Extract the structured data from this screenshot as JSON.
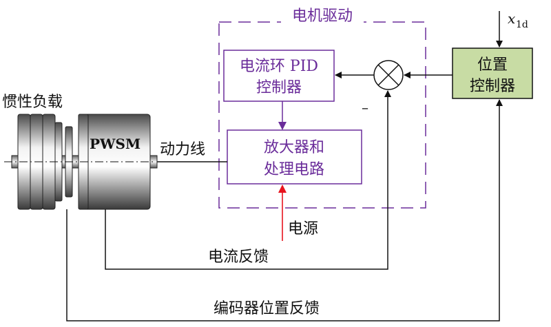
{
  "drive_group": {
    "title": "电机驱动"
  },
  "current_pid": {
    "line1": "电流环 PID",
    "line2": "控制器"
  },
  "amplifier": {
    "line1": "放大器和",
    "line2": "处理电路"
  },
  "position_controller": {
    "line1": "位置",
    "line2": "控制器"
  },
  "inputs": {
    "x_main": "x",
    "x_sub": "1d"
  },
  "summing_junction": {
    "minus_sign": "–"
  },
  "motor": {
    "inertia_label": "惯性负载",
    "motor_label": "PWSM"
  },
  "signals": {
    "power_line": "动力线",
    "power_supply": "电源",
    "current_feedback": "电流反馈",
    "encoder_feedback": "编码器位置反馈"
  },
  "colors": {
    "purple": "#6a2c9a",
    "position_box_fill": "#c8dca4",
    "power_arrow": "#e8141e",
    "line": "#111111"
  }
}
